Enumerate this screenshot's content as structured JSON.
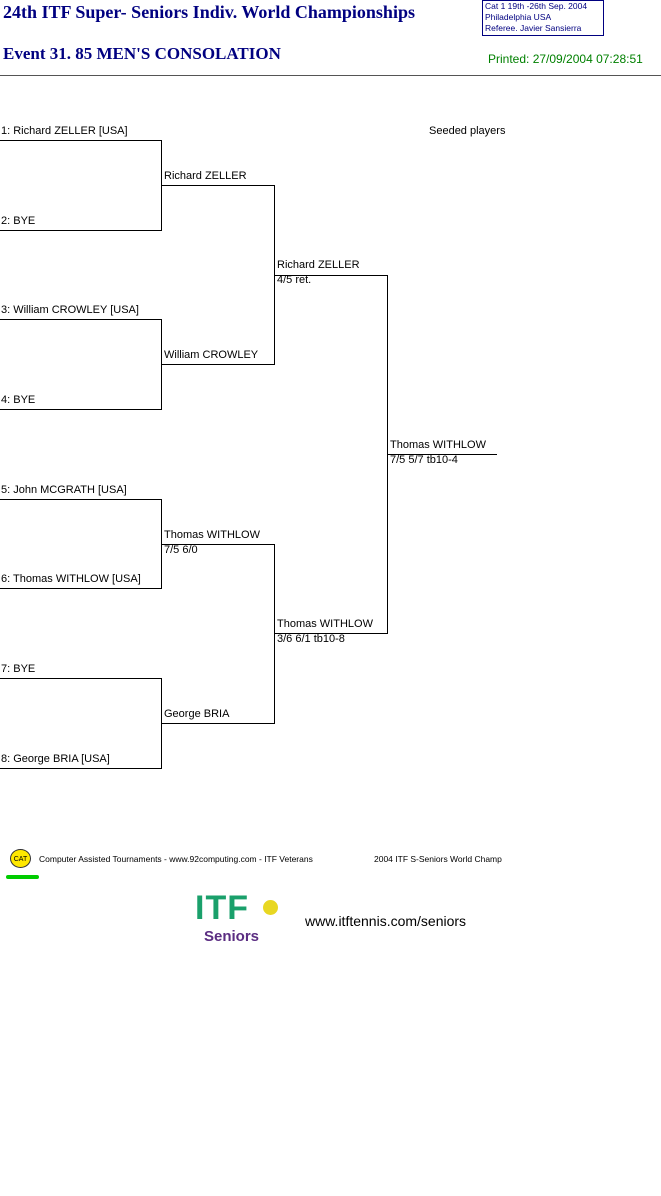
{
  "header": {
    "title": "24th ITF Super- Seniors Indiv. World Championships",
    "event": "Event 31. 85 MEN'S CONSOLATION",
    "info_lines": [
      "Cat 1   19th -26th Sep. 2004",
      "Philadelphia   USA",
      "Referee.  Javier Sansierra"
    ],
    "printed": "Printed: 27/09/2004 07:28:51"
  },
  "legend": {
    "seeded": "Seeded players"
  },
  "draw": {
    "round1": [
      "1: Richard ZELLER [USA]",
      "2: BYE",
      "3: William CROWLEY [USA]",
      "4: BYE",
      "5: John MCGRATH [USA]",
      "6: Thomas WITHLOW [USA]",
      "7: BYE",
      "8: George BRIA [USA]"
    ],
    "round2": [
      {
        "name": "Richard ZELLER",
        "score": ""
      },
      {
        "name": "William CROWLEY",
        "score": ""
      },
      {
        "name": "Thomas WITHLOW",
        "score": "7/5 6/0"
      },
      {
        "name": "George BRIA",
        "score": ""
      }
    ],
    "semis": [
      {
        "name": "Richard ZELLER",
        "score": "4/5 ret."
      },
      {
        "name": "Thomas WITHLOW",
        "score": "3/6 6/1 tb10-8"
      }
    ],
    "final": {
      "name": "Thomas WITHLOW",
      "score": "7/5 5/7 tb10-4"
    }
  },
  "footer": {
    "cat_logo_text": "CAT",
    "software": "Computer Assisted Tournaments - www.92computing.com -  ITF Veterans",
    "tournament": "2004 ITF S-Seniors World Champ",
    "itf_logo_text": "ITF",
    "itf_logo_sub": "Seniors",
    "url": "www.itftennis.com/seniors"
  },
  "colors": {
    "title": "#000080",
    "printed": "#008000",
    "itf_green": "#1aa06b",
    "itf_purple": "#5b2d82"
  }
}
